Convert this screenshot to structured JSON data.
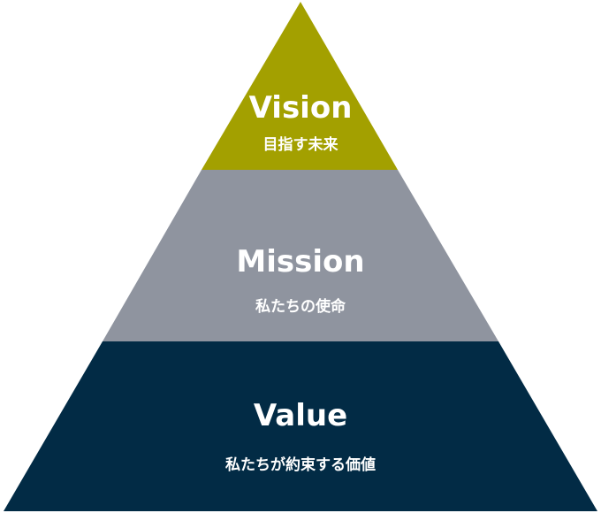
{
  "colors": {
    "background": "#ffffff",
    "vision": "#a3a000",
    "mission": "#8f949f",
    "value": "#022b45",
    "text": "#ffffff"
  },
  "pyramid": {
    "tiers": [
      {
        "title": "Vision",
        "subtitle": "目指す未来"
      },
      {
        "title": "Mission",
        "subtitle": "私たちの使命"
      },
      {
        "title": "Value",
        "subtitle": "私たちが約束する価値"
      }
    ]
  }
}
